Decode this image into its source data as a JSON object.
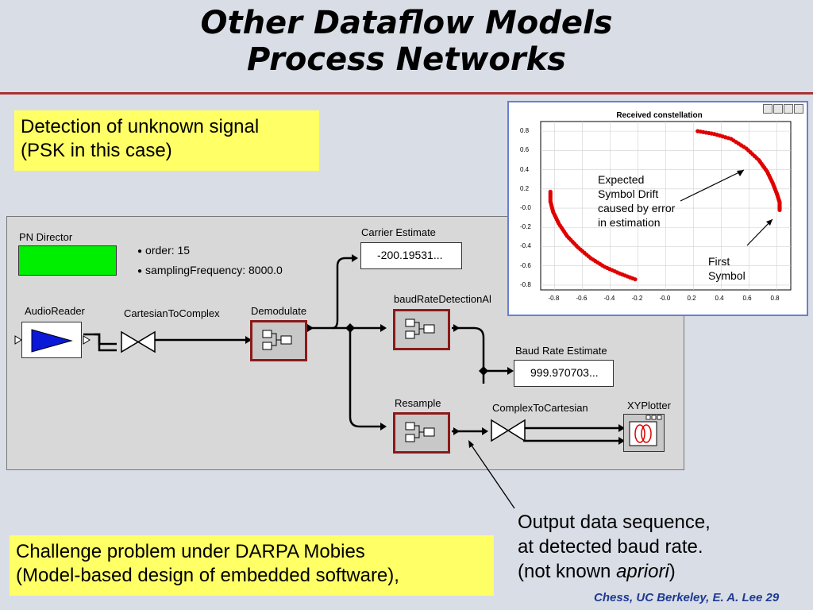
{
  "title": {
    "line1": "Other Dataflow Models",
    "line2": "Process Networks"
  },
  "callout_top": {
    "line1": "Detection of unknown signal",
    "line2": "(PSK in this case)"
  },
  "callout_bottom": {
    "line1": "Challenge problem under DARPA Mobies",
    "line2": "(Model-based design of embedded software),"
  },
  "diagram": {
    "director": {
      "label": "PN Director",
      "color": "#00ee00"
    },
    "params": [
      "order: 15",
      "samplingFrequency: 8000.0"
    ],
    "actors": {
      "audio_reader": "AudioReader",
      "cartesian_to_complex": "CartesianToComplex",
      "demodulate": "Demodulate",
      "baud_rate_detection": "baudRateDetectionAl",
      "resample": "Resample",
      "complex_to_cartesian": "ComplexToCartesian",
      "xy_plotter": "XYPlotter"
    },
    "displays": {
      "carrier_label": "Carrier Estimate",
      "carrier_value": "-200.19531...",
      "baud_label": "Baud Rate Estimate",
      "baud_value": "999.970703..."
    }
  },
  "plot": {
    "title": "Received constellation",
    "y_ticks": [
      "0.8",
      "0.6",
      "0.4",
      "0.2",
      "-0.0",
      "-0.2",
      "-0.4",
      "-0.6",
      "-0.8"
    ],
    "x_ticks": [
      "-0.8",
      "-0.6",
      "-0.4",
      "-0.2",
      "-0.0",
      "0.2",
      "0.4",
      "0.6",
      "0.8"
    ],
    "annotation_drift": [
      "Expected",
      "Symbol Drift",
      "caused by error",
      "in estimation"
    ],
    "annotation_first": [
      "First",
      "Symbol"
    ],
    "point_color": "#e00000"
  },
  "chart_data": {
    "type": "scatter",
    "title": "Received constellation",
    "xlim": [
      -0.9,
      0.9
    ],
    "ylim": [
      -0.85,
      0.9
    ],
    "grid": true,
    "series": [
      {
        "arc": "upper-right",
        "x": [
          0.23,
          0.35,
          0.47,
          0.58,
          0.67,
          0.73,
          0.77,
          0.8,
          0.82,
          0.82
        ],
        "y": [
          0.8,
          0.77,
          0.72,
          0.62,
          0.5,
          0.38,
          0.26,
          0.15,
          0.06,
          -0.02
        ]
      },
      {
        "arc": "lower-left",
        "x": [
          -0.83,
          -0.83,
          -0.81,
          -0.77,
          -0.71,
          -0.63,
          -0.54,
          -0.44,
          -0.33,
          -0.22
        ],
        "y": [
          0.17,
          0.07,
          -0.04,
          -0.16,
          -0.29,
          -0.41,
          -0.52,
          -0.61,
          -0.68,
          -0.74
        ]
      }
    ]
  },
  "output_note": {
    "line1": "Output data sequence,",
    "line2": "at detected baud rate.",
    "line3_prefix": "(not known ",
    "line3_italic": "apriori",
    "line3_suffix": ")"
  },
  "footer": "Chess, UC Berkeley, E. A. Lee  29"
}
